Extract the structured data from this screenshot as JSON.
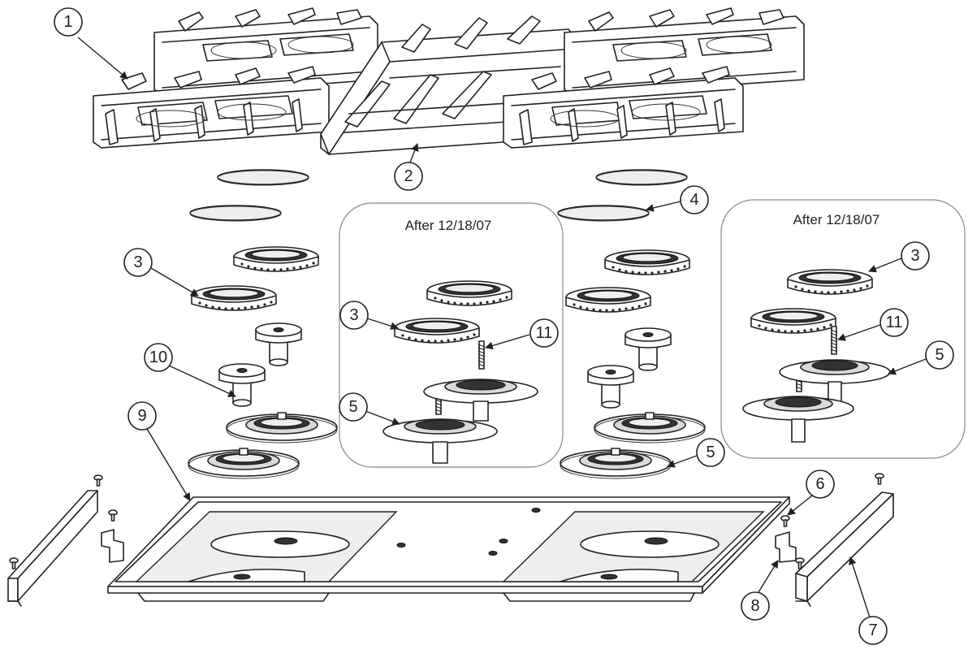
{
  "callouts": {
    "c1": "1",
    "c2": "2",
    "c3a": "3",
    "c3b": "3",
    "c3c": "3",
    "c4": "4",
    "c5a": "5",
    "c5b": "5",
    "c5c": "5",
    "c6": "6",
    "c7": "7",
    "c8": "8",
    "c9": "9",
    "c10": "10",
    "c11a": "11",
    "c11b": "11"
  },
  "panels": {
    "left_label": "After 12/18/07",
    "right_label": "After 12/18/07"
  },
  "colors": {
    "line": "#222222",
    "panel_border": "#888888",
    "fill_grey": "#d9d9d9"
  }
}
